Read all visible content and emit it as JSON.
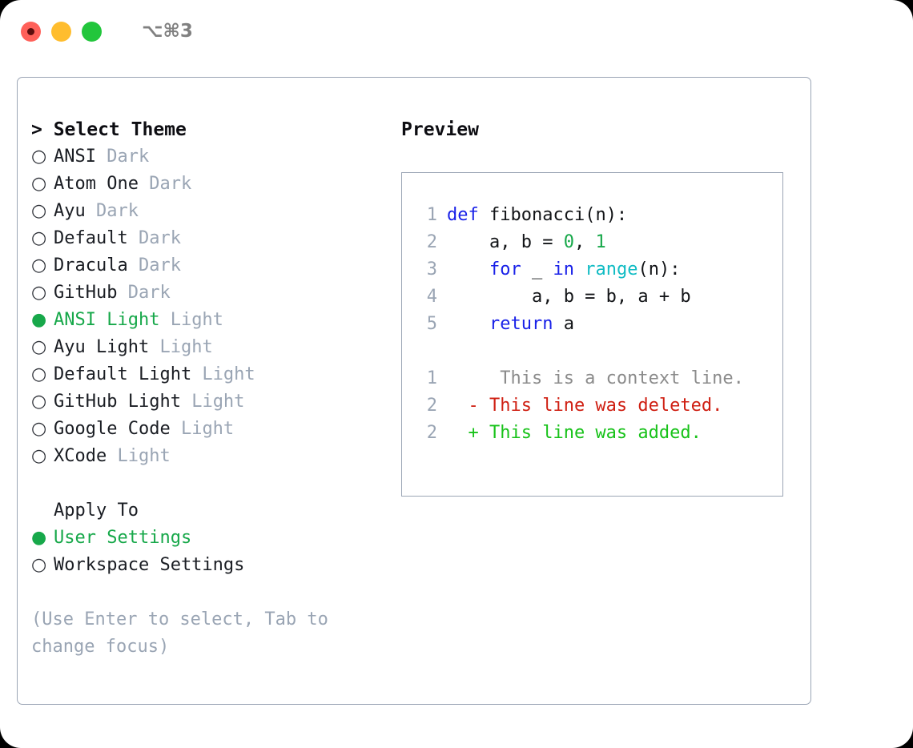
{
  "titlebar": {
    "shortcut": "⌥⌘3",
    "buttons": [
      {
        "name": "close",
        "color": "#ff6059"
      },
      {
        "name": "minimize",
        "color": "#ffbd2e"
      },
      {
        "name": "maximize",
        "color": "#22c63c"
      }
    ]
  },
  "theme_list": {
    "header": "> Select Theme",
    "items": [
      {
        "marker": "○",
        "name": "ANSI",
        "tag": "Dark",
        "selected": false
      },
      {
        "marker": "○",
        "name": "Atom One",
        "tag": "Dark",
        "selected": false
      },
      {
        "marker": "○",
        "name": "Ayu",
        "tag": "Dark",
        "selected": false
      },
      {
        "marker": "○",
        "name": "Default",
        "tag": "Dark",
        "selected": false
      },
      {
        "marker": "○",
        "name": "Dracula",
        "tag": "Dark",
        "selected": false
      },
      {
        "marker": "○",
        "name": "GitHub",
        "tag": "Dark",
        "selected": false
      },
      {
        "marker": "●",
        "name": "ANSI Light",
        "tag": "Light",
        "selected": true
      },
      {
        "marker": "○",
        "name": "Ayu Light",
        "tag": "Light",
        "selected": false
      },
      {
        "marker": "○",
        "name": "Default Light",
        "tag": "Light",
        "selected": false
      },
      {
        "marker": "○",
        "name": "GitHub Light",
        "tag": "Light",
        "selected": false
      },
      {
        "marker": "○",
        "name": "Google Code",
        "tag": "Light",
        "selected": false
      },
      {
        "marker": "○",
        "name": "XCode",
        "tag": "Light",
        "selected": false
      }
    ]
  },
  "apply_to": {
    "header": "Apply To",
    "items": [
      {
        "marker": "●",
        "name": "User Settings",
        "selected": true
      },
      {
        "marker": "○",
        "name": "Workspace Settings",
        "selected": false
      }
    ]
  },
  "hint": "(Use Enter to select, Tab to change focus)",
  "preview": {
    "title": "Preview",
    "code_lines": [
      {
        "no": "1",
        "tokens": [
          {
            "t": "def",
            "c": "kw"
          },
          {
            "t": " fibonacci(n):",
            "c": "txt"
          }
        ]
      },
      {
        "no": "2",
        "tokens": [
          {
            "t": "    a, b = ",
            "c": "txt"
          },
          {
            "t": "0",
            "c": "num"
          },
          {
            "t": ", ",
            "c": "txt"
          },
          {
            "t": "1",
            "c": "num"
          }
        ]
      },
      {
        "no": "3",
        "tokens": [
          {
            "t": "    ",
            "c": "txt"
          },
          {
            "t": "for",
            "c": "kw"
          },
          {
            "t": " _ ",
            "c": "txt"
          },
          {
            "t": "in",
            "c": "kw"
          },
          {
            "t": " ",
            "c": "txt"
          },
          {
            "t": "range",
            "c": "fn"
          },
          {
            "t": "(n):",
            "c": "txt"
          }
        ]
      },
      {
        "no": "4",
        "tokens": [
          {
            "t": "        a, b = b, a + b",
            "c": "txt"
          }
        ]
      },
      {
        "no": "5",
        "tokens": [
          {
            "t": "    ",
            "c": "txt"
          },
          {
            "t": "return",
            "c": "kw"
          },
          {
            "t": " a",
            "c": "txt"
          }
        ]
      }
    ],
    "diff_lines": [
      {
        "no": "1",
        "marker": " ",
        "text": "  This is a context line.",
        "kind": "ctx"
      },
      {
        "no": "2",
        "marker": "-",
        "text": " This line was deleted.",
        "kind": "del"
      },
      {
        "no": "2",
        "marker": "+",
        "text": " This line was added.",
        "kind": "add"
      }
    ]
  },
  "colors": {
    "accent_green": "#17a84a",
    "muted": "#9aa5b4",
    "keyword": "#1921e8",
    "function": "#12bcc4",
    "number": "#17a84a",
    "diff_delete": "#cf1f12",
    "diff_add": "#17c219",
    "border": "#9ba5b5"
  }
}
